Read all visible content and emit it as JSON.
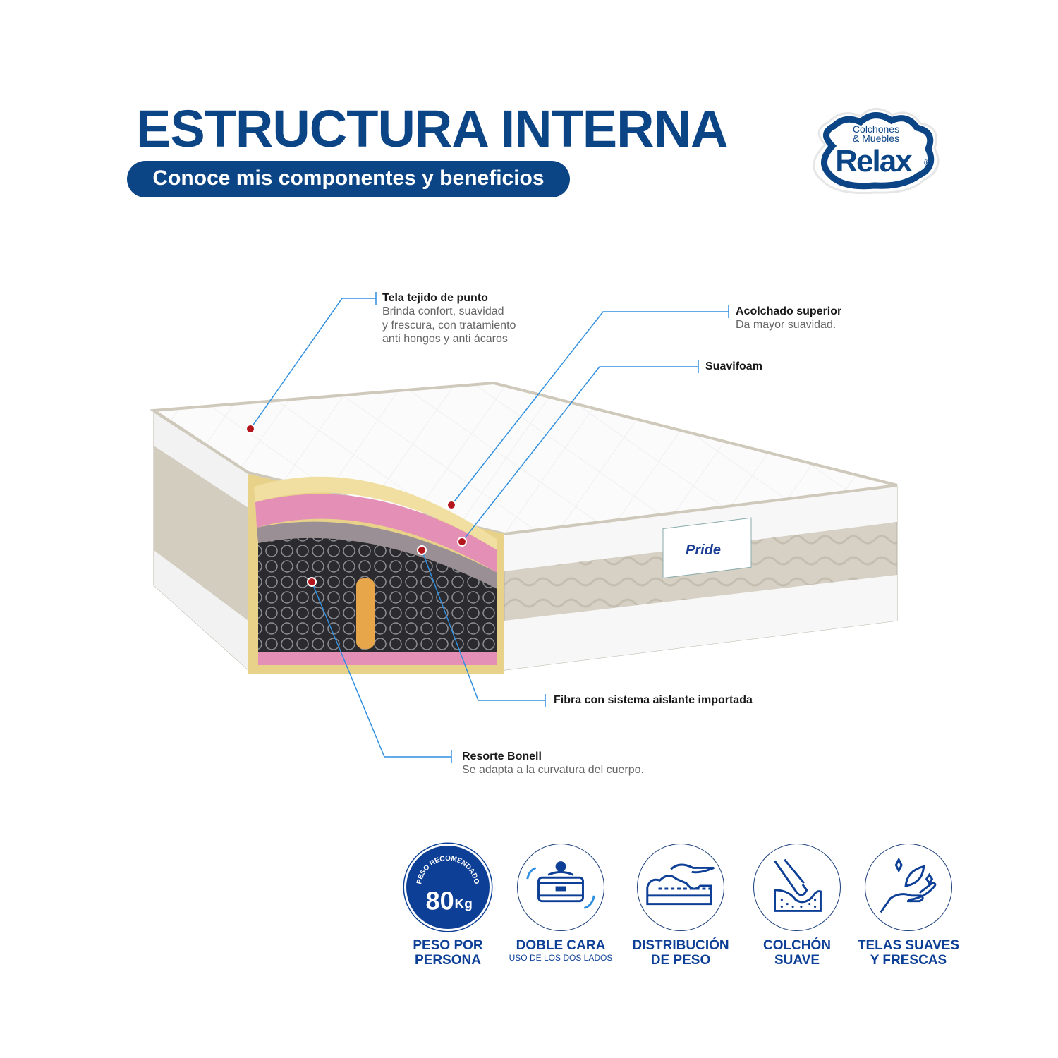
{
  "header": {
    "title": "ESTRUCTURA INTERNA",
    "subtitle": "Conoce mis componentes y beneficios"
  },
  "logo": {
    "line1": "Colchones",
    "line2": "& Muebles",
    "brand": "Relax",
    "registered": "®"
  },
  "product": {
    "label_brand": "Pride"
  },
  "callouts": [
    {
      "title": "Tela tejido de punto",
      "desc": [
        "Brinda confort, suavidad",
        "y frescura, con tratamiento",
        "anti hongos y anti ácaros"
      ]
    },
    {
      "title": "Acolchado superior",
      "desc": [
        "Da mayor suavidad."
      ]
    },
    {
      "title": "Suavifoam",
      "desc": []
    },
    {
      "title": "Fibra con sistema aislante importada",
      "desc": []
    },
    {
      "title": "Resorte Bonell",
      "desc": [
        "Se adapta a la curvatura del cuerpo."
      ]
    }
  ],
  "benefits": [
    {
      "icon": "weight-badge-icon",
      "badge_arc": "PESO RECOMENDADO",
      "badge_value": "80",
      "badge_unit": "Kg",
      "line1": "PESO POR",
      "line2": "PERSONA"
    },
    {
      "icon": "double-sided-mattress-icon",
      "line1": "DOBLE CARA",
      "sub": "USO DE LOS DOS LADOS"
    },
    {
      "icon": "weight-distribution-icon",
      "line1": "DISTRIBUCIÓN",
      "line2": "DE PESO"
    },
    {
      "icon": "soft-mattress-hand-icon",
      "line1": "COLCHÓN",
      "line2": "SUAVE"
    },
    {
      "icon": "soft-fabric-hand-icon",
      "line1": "TELAS SUAVES",
      "line2": "Y FRESCAS"
    }
  ],
  "colors": {
    "brand_blue": "#0c4585",
    "icon_blue": "#0c3f95",
    "callout_line": "#2f8fe0",
    "dot_red": "#b3171d"
  }
}
